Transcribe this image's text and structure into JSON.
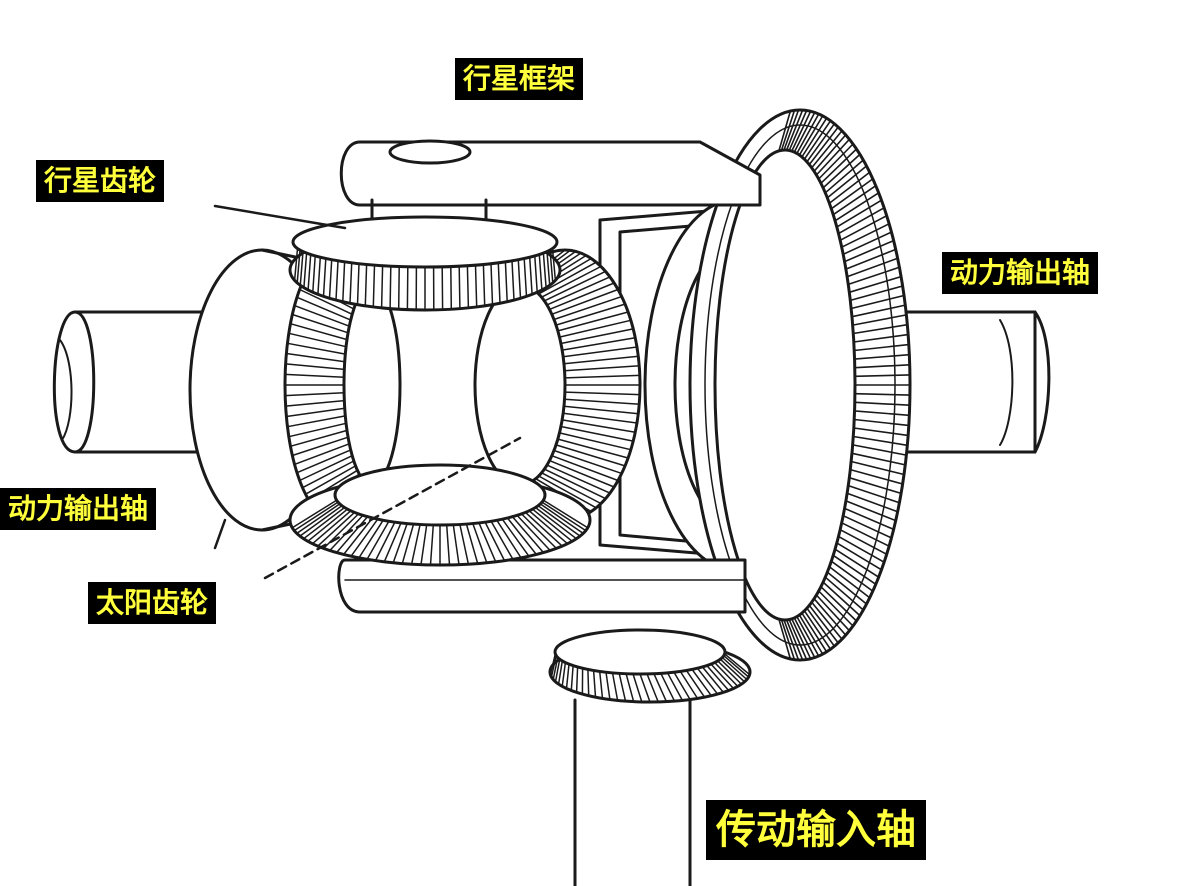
{
  "title": "",
  "labels": {
    "planet_carrier": "行星框架",
    "planet_gear": "行星齿轮",
    "output_shaft_right": "动力输出轴",
    "output_shaft_left": "动力输出轴",
    "sun_gear": "太阳齿轮",
    "input_shaft": "传动输入轴"
  },
  "colors": {
    "label_background": "#000000",
    "label_text": "#ffff3c",
    "line_art": "#1a1a1a",
    "paper": "#ffffff"
  }
}
